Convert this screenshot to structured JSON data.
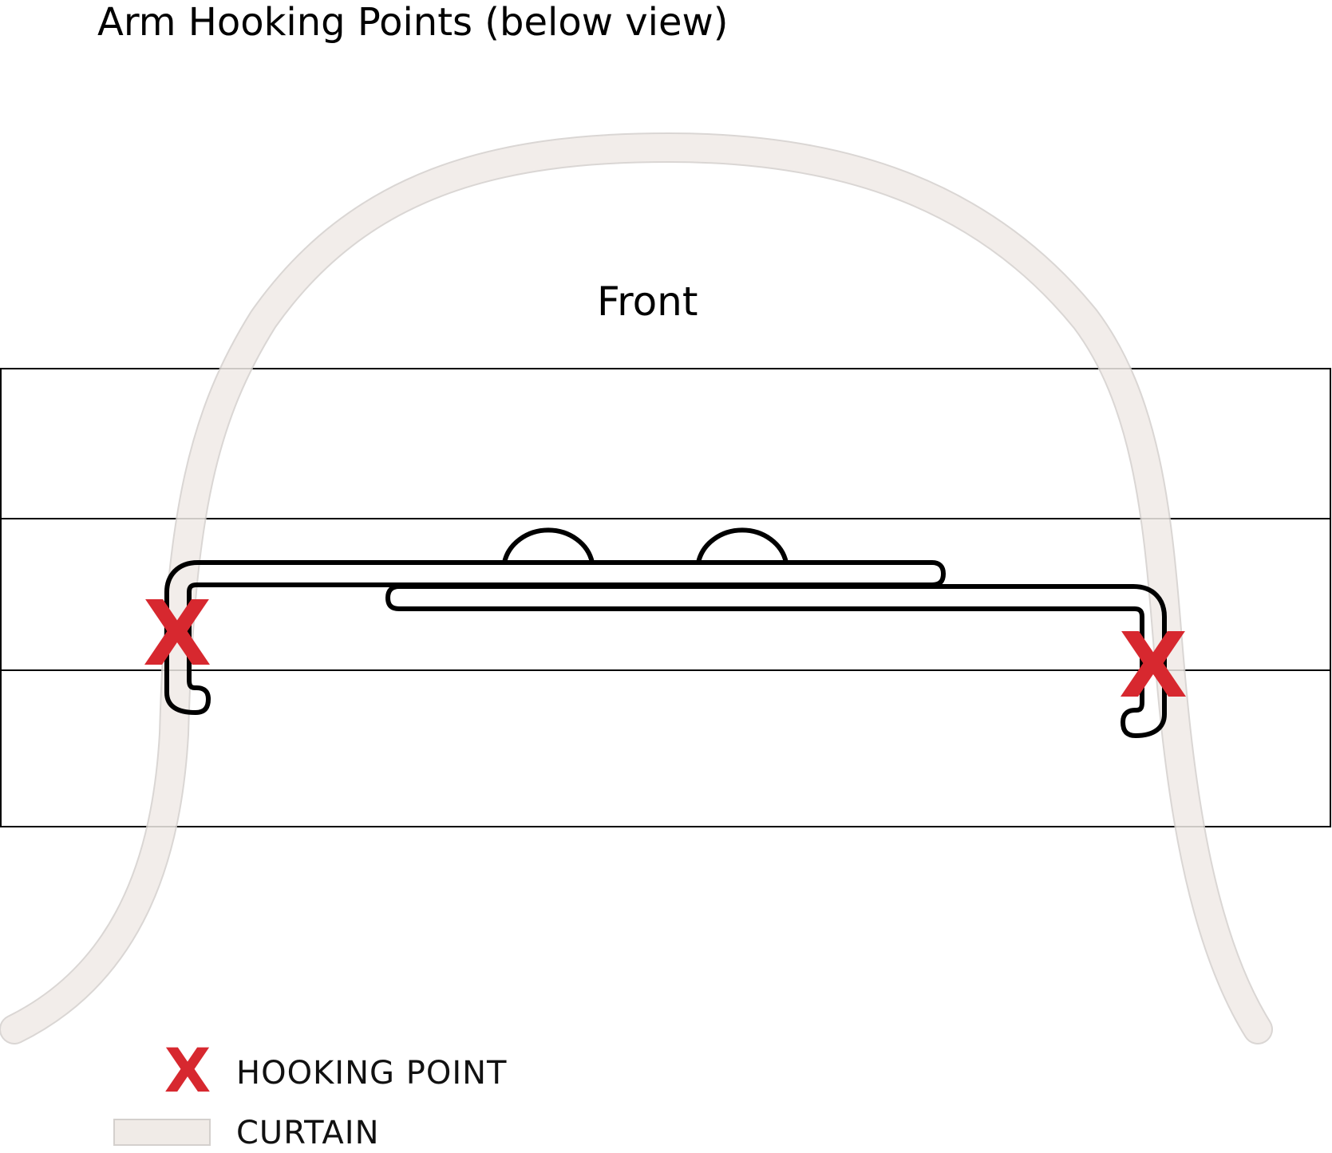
{
  "diagram": {
    "title": "Arm Hooking Points (below view)",
    "front_label": "Front"
  },
  "legend": {
    "hooking_point_marker": "X",
    "hooking_point_label": "HOOKING POINT",
    "curtain_label": "CURTAIN"
  },
  "markers": {
    "left": "X",
    "right": "X"
  },
  "colors": {
    "hooking_point": "#d7282f",
    "curtain_fill": "#f0ebe7",
    "curtain_edge": "#d4d0cd",
    "outline": "#000000",
    "background": "#ffffff"
  }
}
